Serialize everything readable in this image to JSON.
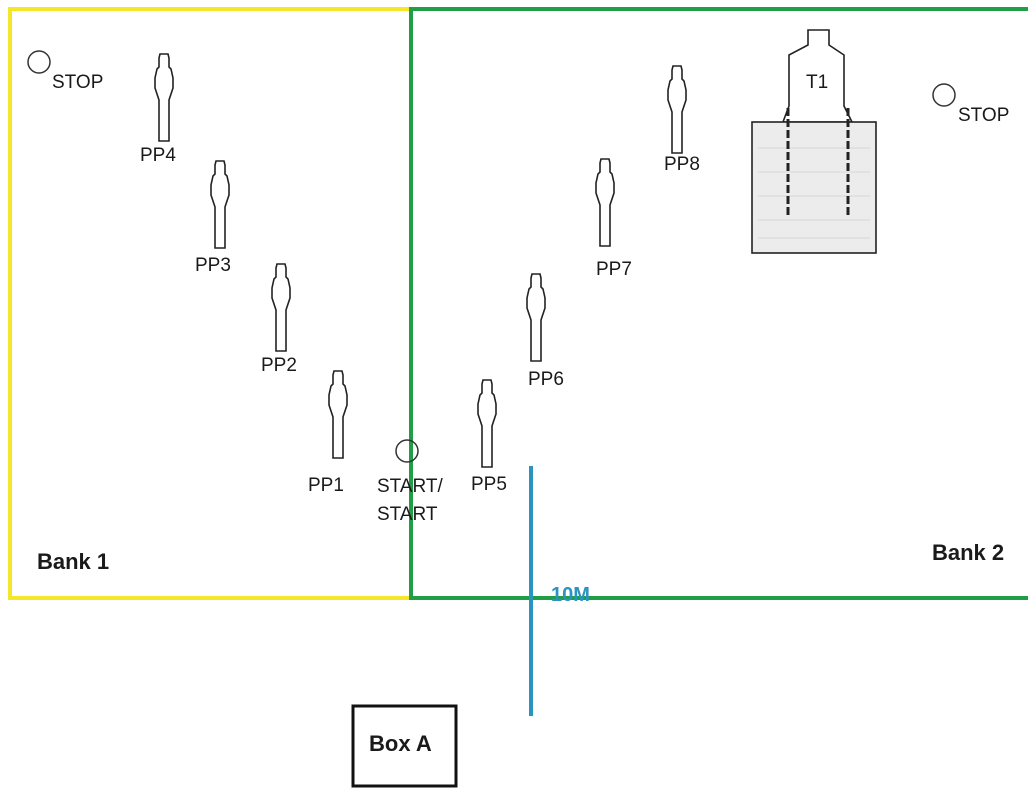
{
  "banks": [
    {
      "id": "bank1",
      "label": "Bank 1",
      "border_color": "#f5e62a"
    },
    {
      "id": "bank2",
      "label": "Bank 2",
      "border_color": "#1f9e46"
    }
  ],
  "stop_markers": [
    {
      "id": "stop-bank1",
      "label": "STOP"
    },
    {
      "id": "stop-bank2",
      "label": "STOP"
    }
  ],
  "start_marker": {
    "line1": "START/",
    "line2": "START"
  },
  "pistol_targets": [
    "PP1",
    "PP2",
    "PP3",
    "PP4",
    "PP5",
    "PP6",
    "PP7",
    "PP8"
  ],
  "steel_target": {
    "label": "T1"
  },
  "distance_line": {
    "label": "10M",
    "color": "#2a93c0"
  },
  "box": {
    "label": "Box A"
  }
}
